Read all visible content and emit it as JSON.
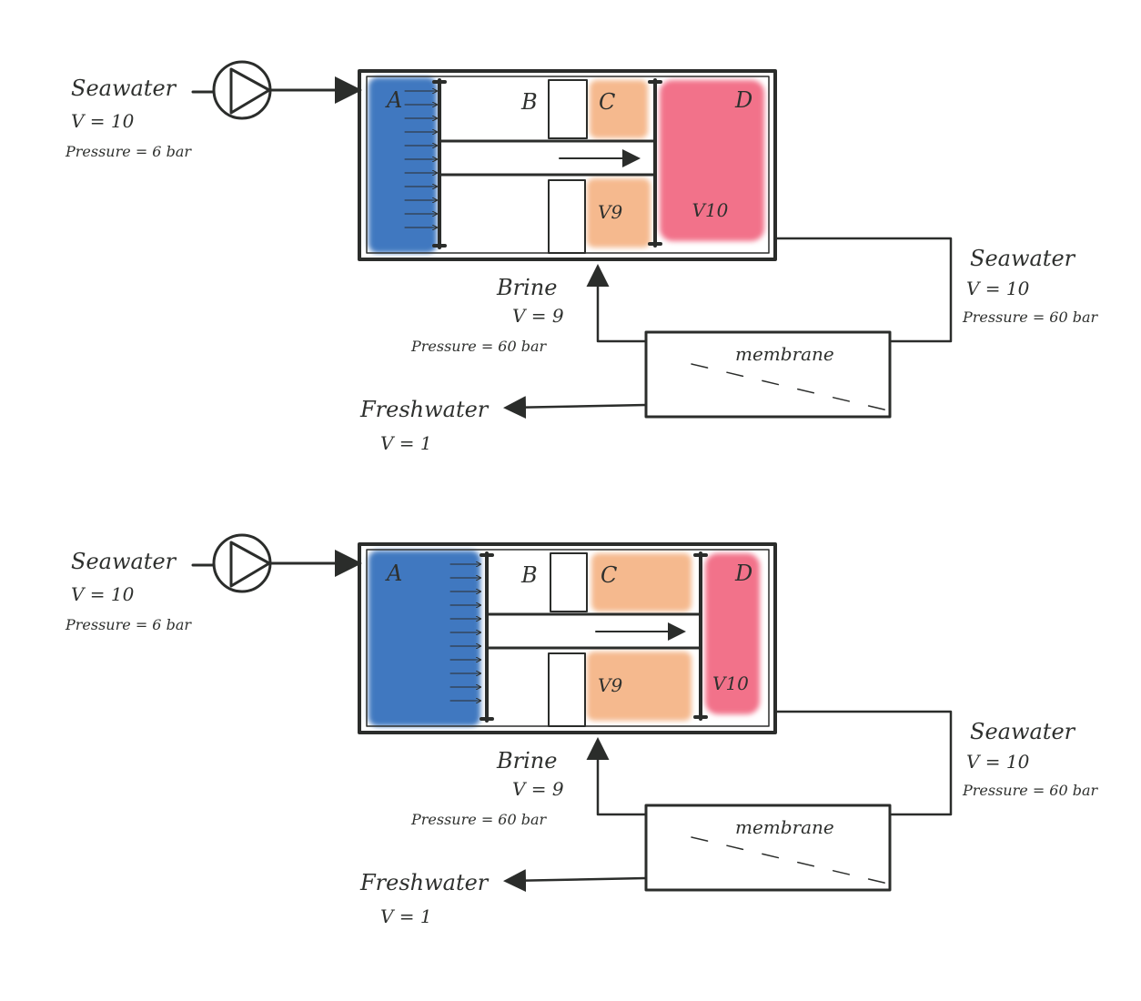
{
  "diagrams": [
    {
      "inlet": {
        "label": "Seawater",
        "volume": "V = 10",
        "pressure": "Pressure = 6 bar"
      },
      "chambers": {
        "a": "A",
        "b": "B",
        "c": "C",
        "d": "D",
        "c_volume": "V9",
        "d_volume": "V10"
      },
      "outlet": {
        "label": "Seawater",
        "volume": "V = 10",
        "pressure": "Pressure = 60 bar"
      },
      "brine": {
        "label": "Brine",
        "volume": "V = 9",
        "pressure": "Pressure = 60 bar"
      },
      "membrane": "membrane",
      "freshwater": {
        "label": "Freshwater",
        "volume": "V = 1"
      }
    },
    {
      "inlet": {
        "label": "Seawater",
        "volume": "V = 10",
        "pressure": "Pressure = 6 bar"
      },
      "chambers": {
        "a": "A",
        "b": "B",
        "c": "C",
        "d": "D",
        "c_volume": "V9",
        "d_volume": "V10"
      },
      "outlet": {
        "label": "Seawater",
        "volume": "V = 10",
        "pressure": "Pressure = 60 bar"
      },
      "brine": {
        "label": "Brine",
        "volume": "V = 9",
        "pressure": "Pressure = 60 bar"
      },
      "membrane": "membrane",
      "freshwater": {
        "label": "Freshwater",
        "volume": "V = 1"
      }
    }
  ],
  "colors": {
    "a": "#3f78c0",
    "c": "#f5b98e",
    "d": "#f2728a",
    "ink": "#2b2d2b"
  }
}
